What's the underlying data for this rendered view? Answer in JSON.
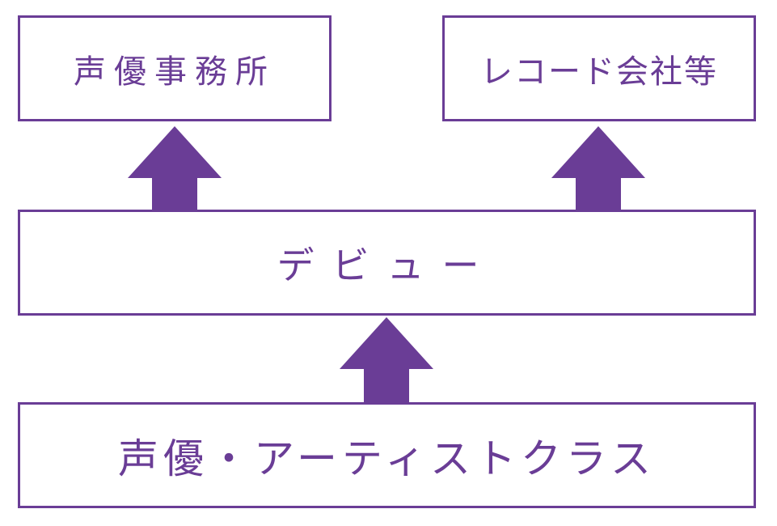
{
  "colors": {
    "accent": "#6a3d96",
    "background": "#ffffff"
  },
  "boxes": {
    "agency": "声優事務所",
    "record": "レコード会社等",
    "debut": "デビュー",
    "class": "声優・アーティストクラス"
  },
  "arrows": [
    {
      "from": "class",
      "to": "debut",
      "direction": "up"
    },
    {
      "from": "debut",
      "to": "agency",
      "direction": "up"
    },
    {
      "from": "debut",
      "to": "record",
      "direction": "up"
    }
  ]
}
